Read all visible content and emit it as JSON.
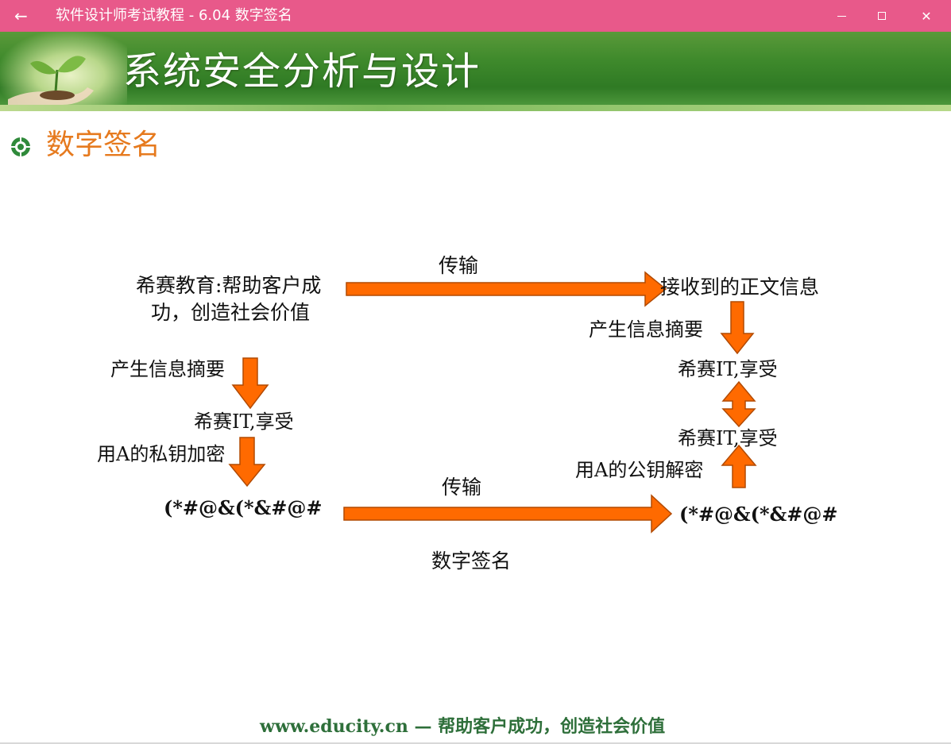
{
  "window": {
    "title": "软件设计师考试教程 - 6.04  数字签名",
    "back_icon": "←",
    "controls": {
      "minimize": "minimize-icon",
      "maximize": "maximize-icon",
      "close": "✕"
    },
    "titlebar_color": "#e8598a"
  },
  "slide": {
    "heading": "系统安全分析与设计",
    "section_title": "数字签名",
    "section_color": "#e67a1e",
    "arrow_color": "#ff6a00",
    "diagram": {
      "sender_text_line1": "希赛教育:帮助客户成",
      "sender_text_line2": "功，创造社会价值",
      "transmit_top": "传输",
      "receiver_text": "接收到的正文信息",
      "left_digest_label": "产生信息摘要",
      "left_digest": "希赛IT,享受",
      "left_encrypt_label": "用A的私钥加密",
      "left_cipher": "(*#@&(*&#@#",
      "transmit_bottom": "传输",
      "caption": "数字签名",
      "right_digest_label": "产生信息摘要",
      "right_digest": "希赛IT,享受",
      "right_decrypted": "希赛IT,享受",
      "right_decrypt_label": "用A的公钥解密",
      "right_cipher": "(*#@&(*&#@#"
    },
    "footer": "www.educity.cn — 帮助客户成功，创造社会价值"
  }
}
